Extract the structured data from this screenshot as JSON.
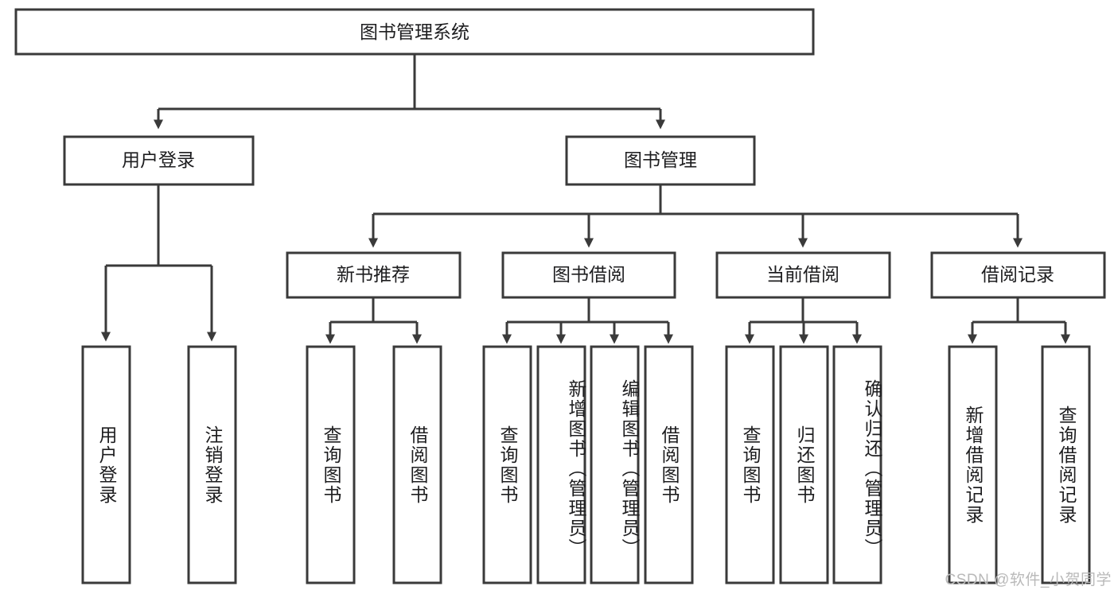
{
  "diagram": {
    "title": "图书管理系统",
    "watermark": "CSDN @软件_小贺同学",
    "colors": {
      "background": "#ffffff",
      "node_fill": "#ffffff",
      "node_stroke": "#3a3a3a",
      "link_stroke": "#3a3a3a",
      "text": "#1d1d1f",
      "watermark": "#b9b9b9"
    },
    "root": {
      "label": "图书管理系统"
    },
    "level2": [
      {
        "id": "user-login",
        "label": "用户登录"
      },
      {
        "id": "book-manage",
        "label": "图书管理"
      }
    ],
    "level3": [
      {
        "id": "new-book-recommend",
        "label": "新书推荐"
      },
      {
        "id": "book-borrow",
        "label": "图书借阅"
      },
      {
        "id": "current-borrow",
        "label": "当前借阅"
      },
      {
        "id": "borrow-record",
        "label": "借阅记录"
      }
    ],
    "leaves": [
      {
        "id": "leaf-user-login",
        "parent": "user-login",
        "label": "用户登录"
      },
      {
        "id": "leaf-logout",
        "parent": "user-login",
        "label": "注销登录"
      },
      {
        "id": "leaf-query-book-1",
        "parent": "new-book-recommend",
        "label": "查询图书"
      },
      {
        "id": "leaf-borrow-book-1",
        "parent": "new-book-recommend",
        "label": "借阅图书"
      },
      {
        "id": "leaf-query-book-2",
        "parent": "book-borrow",
        "label": "查询图书"
      },
      {
        "id": "leaf-add-book",
        "parent": "book-borrow",
        "label": "新增图书（管理员）"
      },
      {
        "id": "leaf-edit-book",
        "parent": "book-borrow",
        "label": "编辑图书（管理员）"
      },
      {
        "id": "leaf-borrow-book-2",
        "parent": "book-borrow",
        "label": "借阅图书"
      },
      {
        "id": "leaf-query-book-3",
        "parent": "current-borrow",
        "label": "查询图书"
      },
      {
        "id": "leaf-return-book",
        "parent": "current-borrow",
        "label": "归还图书"
      },
      {
        "id": "leaf-confirm-return",
        "parent": "current-borrow",
        "label": "确认归还（管理员）"
      },
      {
        "id": "leaf-add-record",
        "parent": "borrow-record",
        "label": "新增借阅记录"
      },
      {
        "id": "leaf-query-record",
        "parent": "borrow-record",
        "label": "查询借阅记录"
      }
    ]
  }
}
